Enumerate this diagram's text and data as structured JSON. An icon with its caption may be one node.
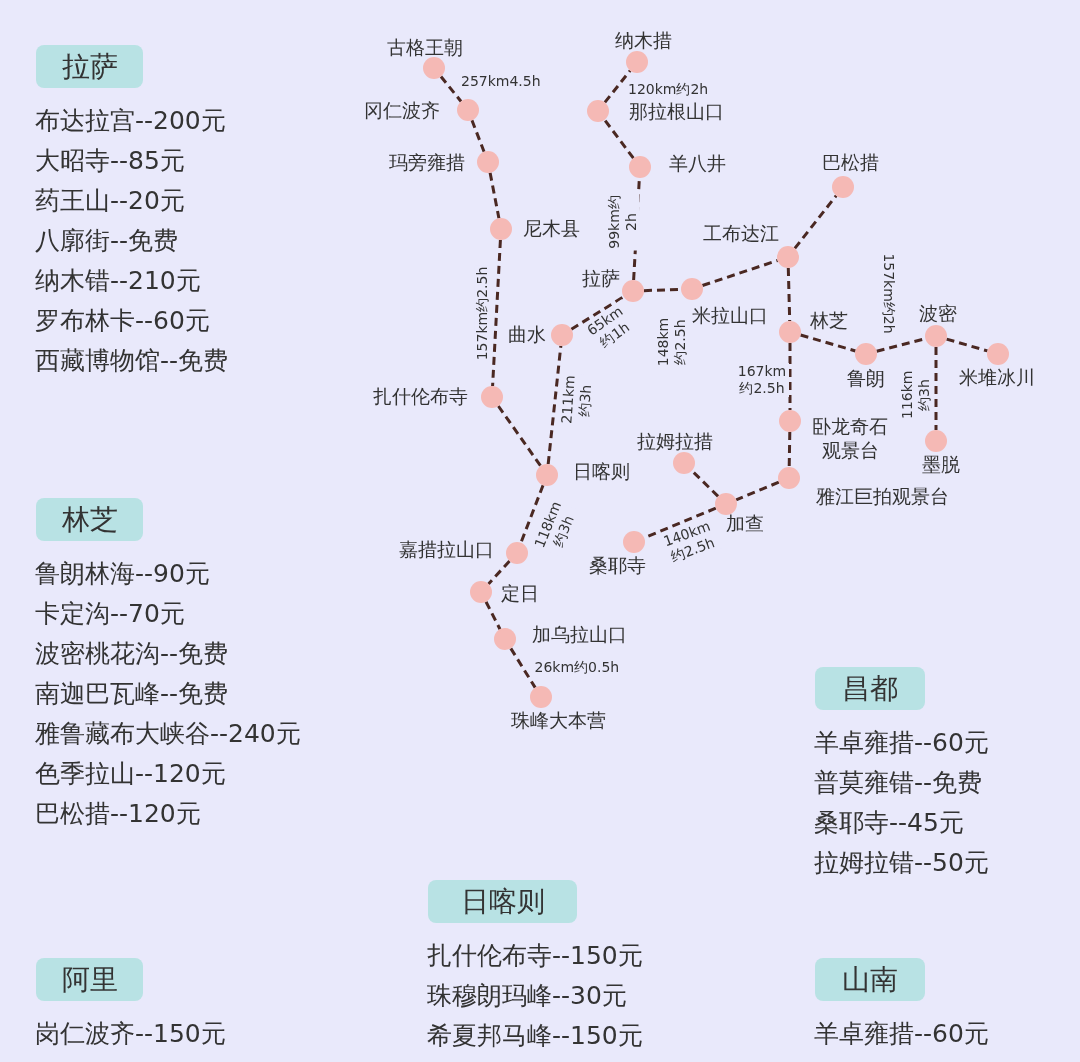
{
  "diagram": {
    "nodes": [
      {
        "text": [
          "古格王朝"
        ]
      },
      {
        "text": [
          "冈仁波齐"
        ]
      },
      {
        "text": [
          "玛旁雍措"
        ]
      },
      {
        "text": [
          "尼木县"
        ]
      },
      {
        "text": [
          "扎什伦布寺"
        ]
      },
      {
        "text": [
          "日喀则"
        ]
      },
      {
        "text": [
          "嘉措拉山口"
        ]
      },
      {
        "text": [
          "定日"
        ]
      },
      {
        "text": [
          "加乌拉山口"
        ]
      },
      {
        "text": [
          "珠峰大本营"
        ]
      },
      {
        "text": [
          "曲水"
        ]
      },
      {
        "text": [
          "拉萨"
        ]
      },
      {
        "text": [
          "纳木措"
        ]
      },
      {
        "text": [
          "那拉根山口"
        ]
      },
      {
        "text": [
          "羊八井"
        ]
      },
      {
        "text": [
          "米拉山口"
        ]
      },
      {
        "text": [
          "工布达江"
        ]
      },
      {
        "text": [
          "巴松措"
        ]
      },
      {
        "text": [
          "林芝"
        ]
      },
      {
        "text": [
          "鲁朗"
        ]
      },
      {
        "text": [
          "波密"
        ]
      },
      {
        "text": [
          "米堆冰川"
        ]
      },
      {
        "text": [
          "墨脱"
        ]
      },
      {
        "text": [
          "卧龙奇石观景台"
        ]
      },
      {
        "text": [
          "雅江巨拍观景台"
        ]
      },
      {
        "text": [
          "加查"
        ]
      },
      {
        "text": [
          "拉姆拉措"
        ]
      },
      {
        "text": [
          "桑耶寺"
        ]
      },
      {
        "text": [
          "拉萨"
        ],
        "beside": [
          "布达拉宫--200元",
          "大昭寺--85元",
          "药王山--20元",
          "八廓街--免费",
          "纳木错--210元",
          "罗布林卡--60元",
          "西藏博物馆--免费"
        ]
      },
      {
        "text": [
          "林芝"
        ],
        "beside": [
          "鲁朗林海--90元",
          "卡定沟--70元",
          "波密桃花沟--免费",
          "南迦巴瓦峰--免费",
          "雅鲁藏布大峡谷--240元",
          "色季拉山--120元",
          "巴松措--120元"
        ]
      },
      {
        "text": [
          "昌都"
        ],
        "beside": [
          "羊卓雍措--60元",
          "普莫雍错--免费",
          "桑耶寺--45元",
          "拉姆拉错--50元"
        ]
      },
      {
        "text": [
          "日喀则"
        ],
        "beside": [
          "扎什伦布寺--150元",
          "珠穆朗玛峰--30元",
          "希夏邦马峰--150元"
        ]
      },
      {
        "text": [
          "阿里"
        ],
        "beside": [
          "岗仁波齐--150元"
        ]
      },
      {
        "text": [
          "山南"
        ],
        "beside": [
          "羊卓雍措--60元"
        ]
      }
    ],
    "edges": [
      {
        "from": 0,
        "to": 1,
        "arrow": "none",
        "label": "257km4.5h"
      },
      {
        "from": 1,
        "to": 2,
        "arrow": "none"
      },
      {
        "from": 2,
        "to": 3,
        "arrow": "none"
      },
      {
        "from": 3,
        "to": 4,
        "arrow": "none",
        "label": "157km约2.5h"
      },
      {
        "from": 4,
        "to": 5,
        "arrow": "none"
      },
      {
        "from": 5,
        "to": 10,
        "arrow": "none",
        "label": "211km约3h"
      },
      {
        "from": 10,
        "to": 11,
        "arrow": "none",
        "label": "65km约1h"
      },
      {
        "from": 11,
        "to": 14,
        "arrow": "none",
        "label": "99km约2h"
      },
      {
        "from": 14,
        "to": 13,
        "arrow": "none"
      },
      {
        "from": 13,
        "to": 12,
        "arrow": "none",
        "label": "120km约2h"
      },
      {
        "from": 11,
        "to": 15,
        "arrow": "none",
        "label": "148km约2.5h"
      },
      {
        "from": 15,
        "to": 16,
        "arrow": "none"
      },
      {
        "from": 16,
        "to": 17,
        "arrow": "none"
      },
      {
        "from": 16,
        "to": 18,
        "arrow": "none"
      },
      {
        "from": 18,
        "to": 19,
        "arrow": "none"
      },
      {
        "from": 19,
        "to": 20,
        "arrow": "none",
        "label": "157km约2h"
      },
      {
        "from": 20,
        "to": 21,
        "arrow": "none"
      },
      {
        "from": 20,
        "to": 22,
        "arrow": "none",
        "label": "116km约3h"
      },
      {
        "from": 18,
        "to": 23,
        "arrow": "none",
        "label": "167km约2.5h"
      },
      {
        "from": 23,
        "to": 24,
        "arrow": "none"
      },
      {
        "from": 24,
        "to": 25,
        "arrow": "none"
      },
      {
        "from": 25,
        "to": 26,
        "arrow": "none"
      },
      {
        "from": 25,
        "to": 27,
        "arrow": "none",
        "label": "140km约2.5h"
      },
      {
        "from": 5,
        "to": 6,
        "arrow": "none",
        "label": "118km约3h"
      },
      {
        "from": 6,
        "to": 7,
        "arrow": "none"
      },
      {
        "from": 7,
        "to": 8,
        "arrow": "none"
      },
      {
        "from": 8,
        "to": 9,
        "arrow": "none",
        "label": "26km约0.5h"
      }
    ]
  }
}
